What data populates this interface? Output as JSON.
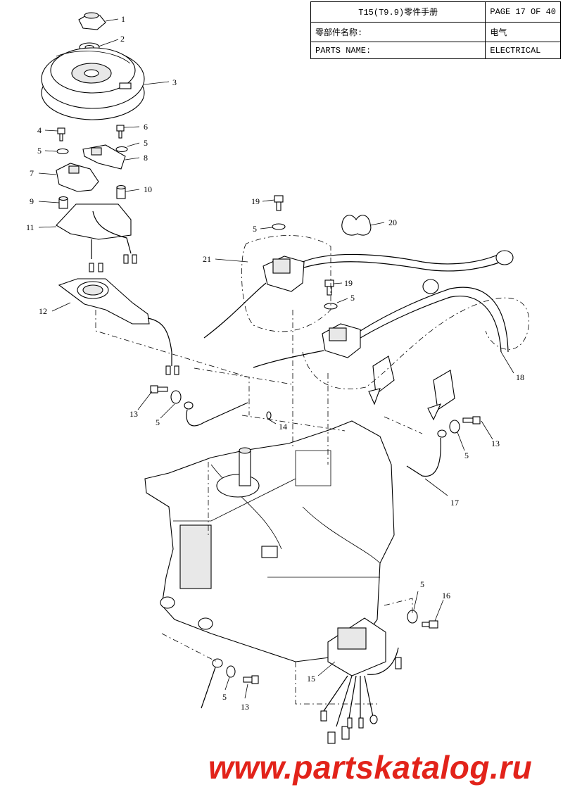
{
  "header": {
    "model": "T15(T9.9)零件手册",
    "page": "PAGE 17 OF 40",
    "cn_label": "零部件名称:",
    "cn_value": "电气",
    "en_label": "PARTS NAME:",
    "en_value": "ELECTRICAL"
  },
  "callouts": [
    "1",
    "2",
    "3",
    "4",
    "5",
    "6",
    "5",
    "8",
    "7",
    "9",
    "10",
    "11",
    "12",
    "19",
    "20",
    "5",
    "21",
    "19",
    "5",
    "18",
    "13",
    "5",
    "14",
    "13",
    "5",
    "17",
    "5",
    "16",
    "15",
    "5",
    "13"
  ],
  "watermark": "www.partskatalog.ru",
  "colors": {
    "line": "#000000",
    "background": "#ffffff",
    "watermark": "#e2231a"
  }
}
